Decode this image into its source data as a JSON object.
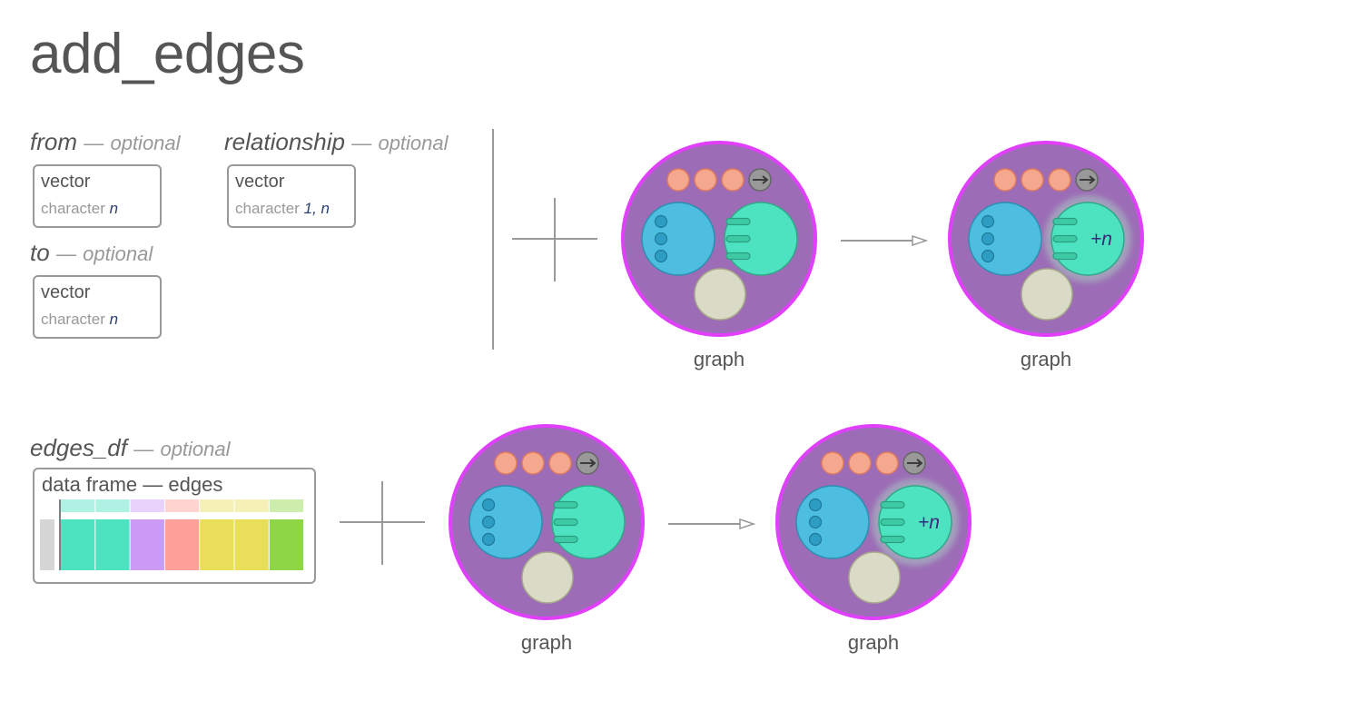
{
  "title": "add_edges",
  "params": {
    "from": {
      "name": "from",
      "dash": "—",
      "optional": "optional",
      "type": "vector",
      "subtype": "character",
      "subtype_arg": "n"
    },
    "relationship": {
      "name": "relationship",
      "dash": "—",
      "optional": "optional",
      "type": "vector",
      "subtype": "character",
      "subtype_arg": "1, n"
    },
    "to": {
      "name": "to",
      "dash": "—",
      "optional": "optional",
      "type": "vector",
      "subtype": "character",
      "subtype_arg": "n"
    },
    "edges_df": {
      "name": "edges_df",
      "dash": "—",
      "optional": "optional",
      "type_label": "data frame — edges"
    }
  },
  "graphs": {
    "top_input_caption": "graph",
    "top_output_caption": "graph",
    "bottom_input_caption": "graph",
    "bottom_output_caption": "graph",
    "added_edges_label": "+n"
  },
  "colors": {
    "graph_ring": "#e040fb",
    "graph_fill": "#9c6db6",
    "nodes_circle": "#4dbde0",
    "edges_circle": "#4ee3c0",
    "attr_circle": "#d9dbc6",
    "dots": "#f4a98f",
    "df_columns": [
      "#4ee3c0",
      "#4ee3c0",
      "#cc99f5",
      "#ff9f9a",
      "#e8de5a",
      "#e8de5a",
      "#8ed645"
    ]
  }
}
